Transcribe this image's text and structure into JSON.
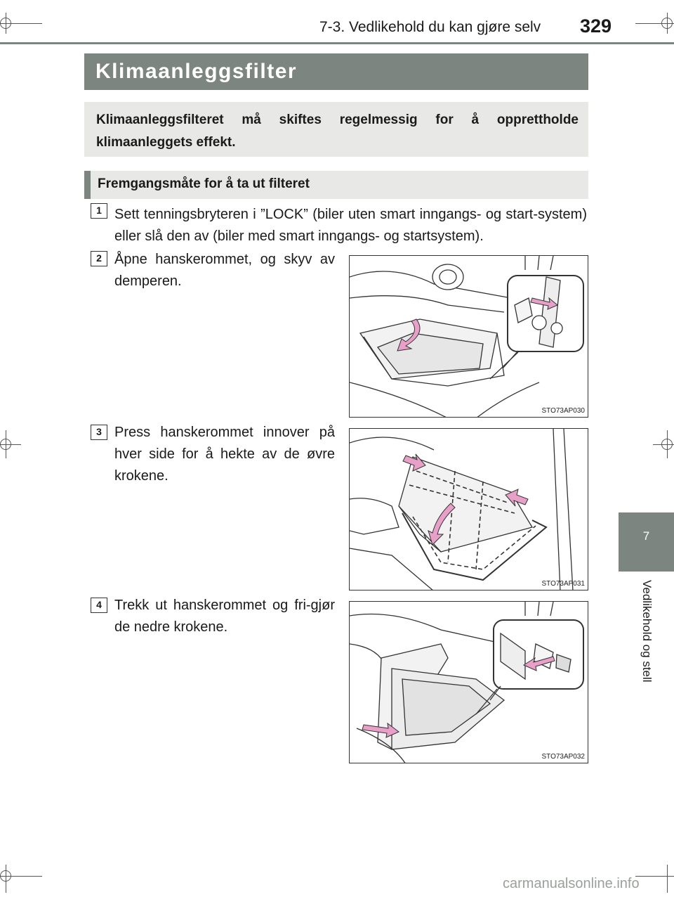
{
  "header": {
    "section": "7-3. Vedlikehold du kan gjøre selv",
    "page_number": "329"
  },
  "side_tab": {
    "chapter_number": "7",
    "chapter_title": "Vedlikehold og stell"
  },
  "title": "Klimaanleggsfilter",
  "intro": "Klimaanleggsfilteret må skiftes regelmessig for å opprettholde klimaanleggets effekt.",
  "subheading": "Fremgangsmåte for å ta ut filteret",
  "steps": [
    {
      "number": "1",
      "text": "Sett tenningsbryteren i ”LOCK” (biler uten smart inngangs- og start-system) eller slå den av (biler med smart inngangs- og startsystem)."
    },
    {
      "number": "2",
      "text": "Åpne hanskerommet, og skyv av demperen.",
      "figure_code": "STO73AP030"
    },
    {
      "number": "3",
      "text": "Press hanskerommet innover på hver side for å hekte av de øvre krokene.",
      "figure_code": "STO73AP031"
    },
    {
      "number": "4",
      "text": "Trekk ut hanskerommet og fri-gjør de nedre krokene.",
      "figure_code": "STO73AP032"
    }
  ],
  "footer": "carmanualsonline.info",
  "colors": {
    "band_gray": "#7c8580",
    "box_gray": "#e8e9e7",
    "arrow_pink": "#e8a0c8"
  }
}
